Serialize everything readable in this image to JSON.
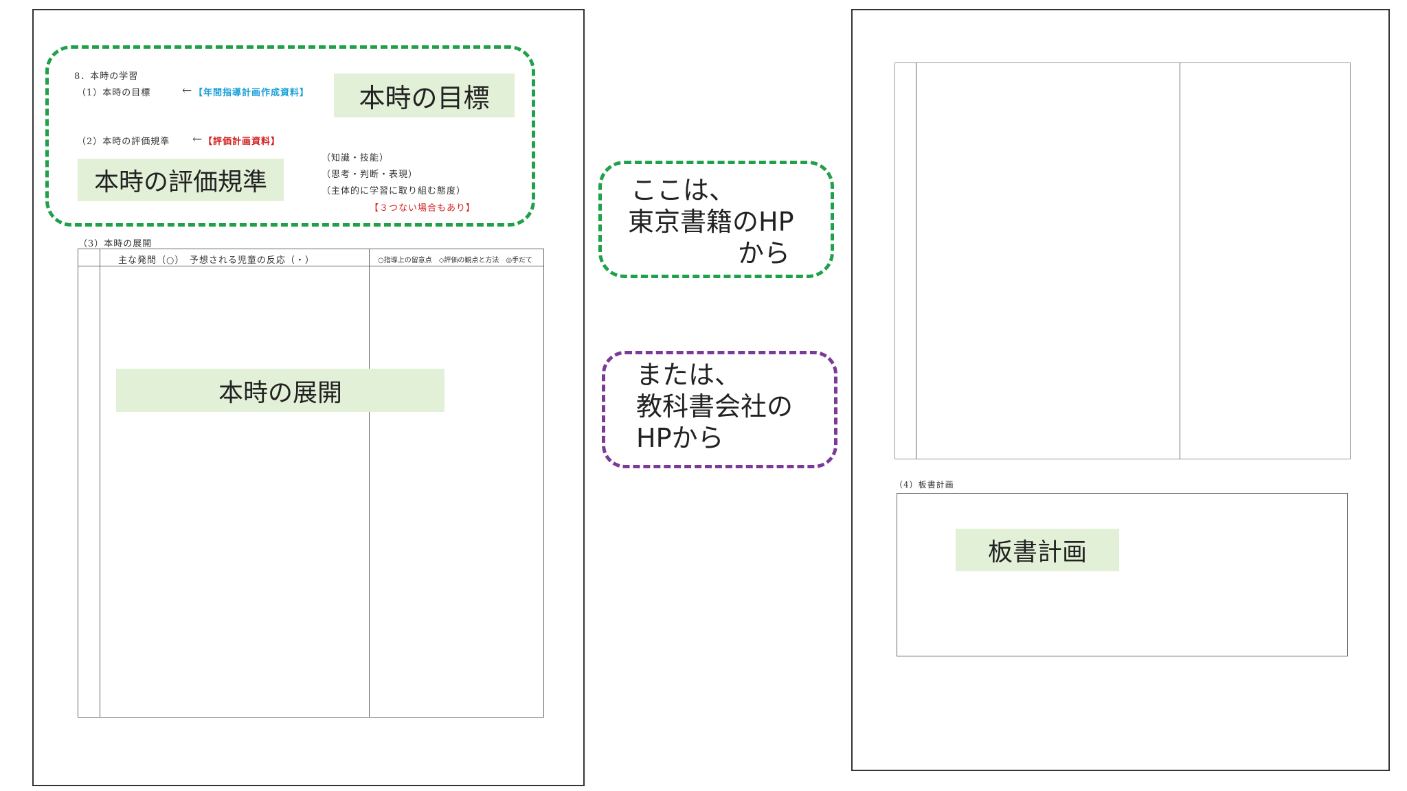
{
  "left_page": {
    "section_title": "8．本時の学習",
    "objective_label": "（1）本時の目標",
    "objective_arrow": "←",
    "objective_source": "【年間指導計画作成資料】",
    "objective_highlight": "本時の目標",
    "criteria_label": "（2）本時の評価規準",
    "criteria_arrow": "←",
    "criteria_source": "【評価計画資料】",
    "criteria_highlight": "本時の評価規準",
    "criteria_items": [
      "（知識・技能）",
      "（思考・判断・表現）",
      "（主体的に学習に取り組む態度）"
    ],
    "criteria_note": "【３つない場合もあり】",
    "development_label": "（3）本時の展開",
    "table_header_main": "主な発問（○）　予想される児童の反応（・）",
    "table_header_side": "○指導上の留意点　◇評価の観点と方法　◎手だて",
    "development_highlight": "本時の展開"
  },
  "callouts": {
    "green": [
      "ここは、",
      "東京書籍のHP",
      "から"
    ],
    "purple": [
      "または、",
      "教科書会社の",
      "HPから"
    ]
  },
  "right_page": {
    "board_label": "（4）板書計画",
    "board_highlight": "板書計画"
  }
}
